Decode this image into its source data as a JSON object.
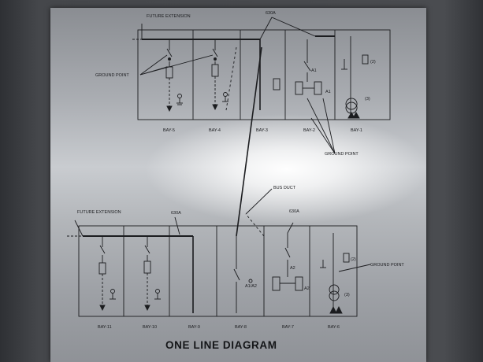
{
  "photo": {
    "subject": "engraved one-line diagram plate",
    "title": "ONE LINE DIAGRAM",
    "top_panel": {
      "extension_label": "FUTURE EXTENSION",
      "rating_label": "630A",
      "left_ground_label": "GROUND POINT",
      "right_ground_label": "GROUND POINT",
      "bus_duct_label": "BUS DUCT",
      "bays": [
        "BAY-5",
        "BAY-4",
        "BAY-3",
        "BAY-2",
        "BAY-1"
      ],
      "switch_labels": [
        "A1",
        "A1"
      ],
      "ct_labels": [
        "(2)",
        "(3)"
      ]
    },
    "bottom_panel": {
      "extension_label": "FUTURE EXTENSION",
      "rating_left": "630A",
      "rating_right": "630A",
      "ground_label": "GROUND POINT",
      "bays": [
        "BAY-11",
        "BAY-10",
        "BAY-9",
        "BAY-8",
        "BAY-7",
        "BAY-6"
      ],
      "switch_labels": [
        "A1/A2",
        "A2",
        "A2"
      ],
      "ct_labels": [
        "(2)",
        "(3)"
      ]
    },
    "colors": {
      "plate": "#b6b9bd",
      "glare": "#ffffff",
      "ink": "#1b1c1f"
    }
  }
}
